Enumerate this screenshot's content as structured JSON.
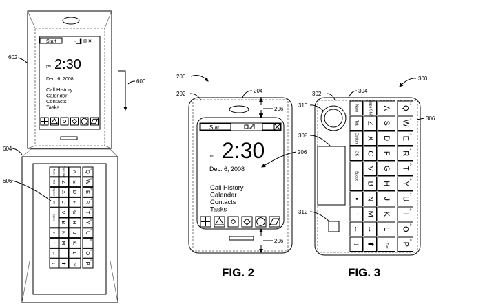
{
  "figures": {
    "fig6": {
      "ref_device": "602",
      "ref_arrow": "600",
      "ref_hinge": "604",
      "ref_keyboard": "606"
    },
    "fig2": {
      "caption": "FIG. 2",
      "ref_device": "200",
      "ref_body": "202",
      "ref_top": "204",
      "ref_gap_top": "206",
      "ref_screen": "206",
      "ref_gap_bottom": "206"
    },
    "fig3": {
      "caption": "FIG. 3",
      "ref_device": "300",
      "ref_body": "302",
      "ref_top": "304",
      "ref_keyboard": "306",
      "ref_panel": "308",
      "ref_dial": "310",
      "ref_button": "312"
    }
  },
  "screen": {
    "start_label": "Start",
    "ampm": "pm",
    "time": "2:30",
    "date_fig2": "Dec. 6, 2008",
    "date_fig6": "Dec. 6, 2008",
    "menu": [
      "Call History",
      "Calendar",
      "Contacts",
      "Tasks"
    ],
    "status_icons": [
      "message-icon",
      "signal-icon",
      "battery-icon",
      "close-icon"
    ],
    "softkey_icons": [
      "plus-icon",
      "triangle-icon",
      "small-circle-icon",
      "diamond-icon",
      "circle-icon",
      "parallelogram-icon"
    ]
  },
  "keyboard": {
    "columns": [
      [
        "Num",
        "Tab",
        "Option",
        "OK",
        "Space",
        "•",
        "↑",
        "←",
        "↓"
      ],
      [
        "Caps Shift",
        "Z",
        "X",
        "C",
        "V",
        "B",
        "N",
        "M",
        "→",
        "⬆"
      ],
      [
        "A",
        "S",
        "D",
        "F",
        "G",
        "H",
        "J",
        "K",
        "L",
        "↑ Del"
      ],
      [
        "Q",
        "W",
        "E",
        "R",
        "T",
        "Y",
        "U",
        "I",
        "O",
        "P"
      ]
    ],
    "numbers": [
      "1",
      "2",
      "3",
      "4",
      "5",
      "6",
      "7",
      "8",
      "9",
      "0"
    ]
  }
}
